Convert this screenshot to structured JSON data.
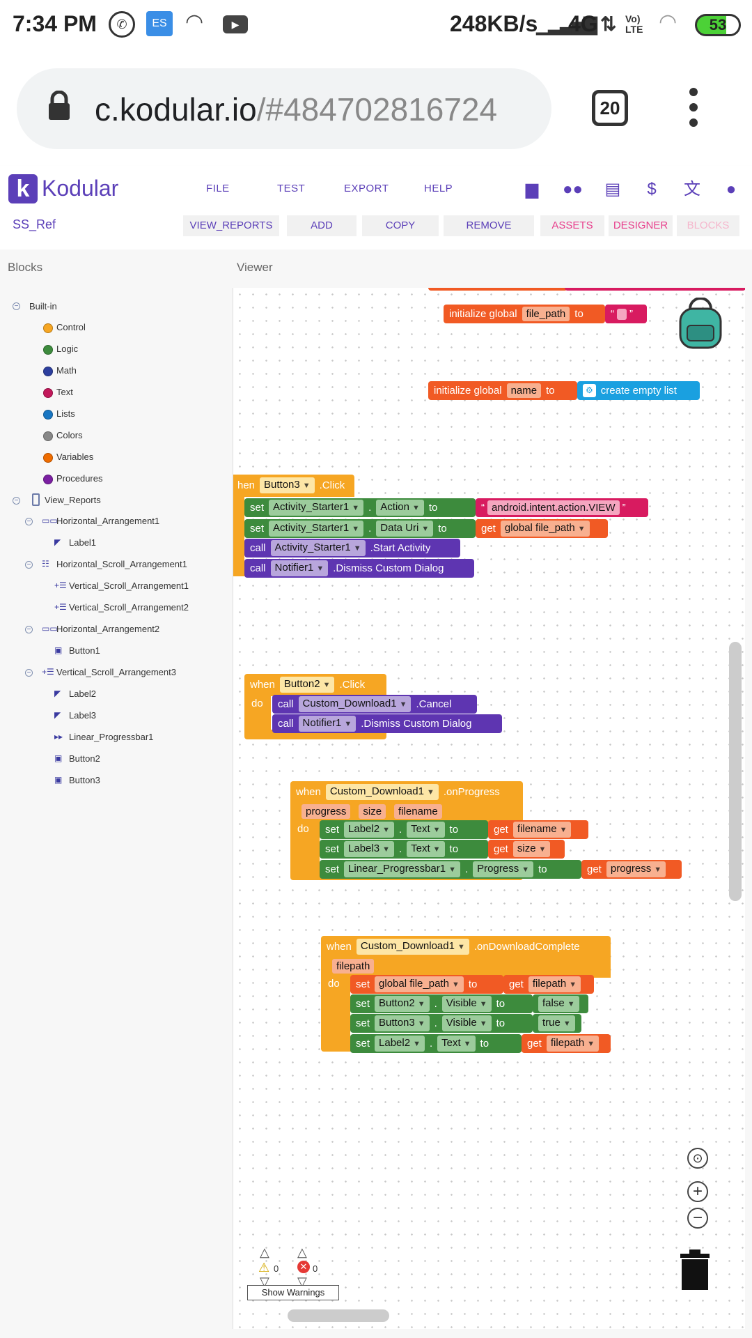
{
  "status_bar": {
    "time": "7:34 PM",
    "speed": "248KB/s",
    "network": "4G",
    "volte": "Vo) LTE",
    "battery": "53"
  },
  "browser": {
    "url_host": "c.kodular.io",
    "url_path": "/#484702816724",
    "tab_count": "20"
  },
  "app": {
    "logo_text": "Kodular",
    "menu": [
      "FILE",
      "TEST",
      "EXPORT",
      "HELP"
    ],
    "project_name": "SS_Ref",
    "screen_button": "VIEW_REPORTS",
    "add_screen": "ADD",
    "copy_screen": "COPY",
    "remove_screen": "REMOVE",
    "assets": "ASSETS",
    "designer": "DESIGNER",
    "blocks": "BLOCKS",
    "brand_color": "#5b3fb8"
  },
  "blocks_panel": {
    "title": "Blocks",
    "builtin_label": "Built-in",
    "builtin": [
      {
        "label": "Control",
        "color": "#f6a623"
      },
      {
        "label": "Logic",
        "color": "#3d8b3d"
      },
      {
        "label": "Math",
        "color": "#2d3f9e"
      },
      {
        "label": "Text",
        "color": "#c2185b"
      },
      {
        "label": "Lists",
        "color": "#1976c2"
      },
      {
        "label": "Colors",
        "color": "#888888"
      },
      {
        "label": "Variables",
        "color": "#ef6c00"
      },
      {
        "label": "Procedures",
        "color": "#7b1fa2"
      }
    ],
    "screen": "View_Reports",
    "components": [
      {
        "label": "Horizontal_Arrangement1",
        "indent": 1,
        "toggle": "-",
        "icon": "horizontal-arrangement-icon"
      },
      {
        "label": "Label1",
        "indent": 2,
        "icon": "label-icon"
      },
      {
        "label": "Horizontal_Scroll_Arrangement1",
        "indent": 1,
        "toggle": "-",
        "icon": "horizontal-scroll-icon"
      },
      {
        "label": "Vertical_Scroll_Arrangement1",
        "indent": 2,
        "icon": "vertical-scroll-icon"
      },
      {
        "label": "Vertical_Scroll_Arrangement2",
        "indent": 2,
        "icon": "vertical-scroll-icon"
      },
      {
        "label": "Horizontal_Arrangement2",
        "indent": 1,
        "toggle": "-",
        "icon": "horizontal-arrangement-icon"
      },
      {
        "label": "Button1",
        "indent": 2,
        "icon": "button-icon"
      },
      {
        "label": "Vertical_Scroll_Arrangement3",
        "indent": 1,
        "toggle": "-",
        "icon": "vertical-scroll-icon"
      },
      {
        "label": "Label2",
        "indent": 2,
        "icon": "label-icon"
      },
      {
        "label": "Label3",
        "indent": 2,
        "icon": "label-icon"
      },
      {
        "label": "Linear_Progressbar1",
        "indent": 2,
        "icon": "progressbar-icon"
      },
      {
        "label": "Button2",
        "indent": 2,
        "icon": "button-icon"
      },
      {
        "label": "Button3",
        "indent": 2,
        "icon": "button-icon"
      }
    ]
  },
  "viewer": {
    "title": "Viewer",
    "warnings_count": "0",
    "errors_count": "0",
    "show_warnings": "Show Warnings",
    "blocks": {
      "g1": {
        "init": "initialize global",
        "var": "file_path",
        "to": "to",
        "q1": "“",
        "q2": "”"
      },
      "g2": {
        "init": "initialize global",
        "var": "name",
        "to": "to",
        "value": "create empty list"
      },
      "b3": {
        "when": "hen",
        "comp": "Button3",
        "event": ".Click",
        "r1": {
          "set": "set",
          "comp": "Activity_Starter1",
          "dot": ".",
          "prop": "Action",
          "to": "to",
          "value": "android.intent.action.VIEW"
        },
        "r2": {
          "set": "set",
          "comp": "Activity_Starter1",
          "dot": ".",
          "prop": "Data Uri",
          "to": "to",
          "get": "get",
          "var": "global file_path"
        },
        "r3": {
          "call": "call",
          "comp": "Activity_Starter1",
          "method": ".Start Activity"
        },
        "r4": {
          "call": "call",
          "comp": "Notifier1",
          "method": ".Dismiss Custom Dialog"
        }
      },
      "b2": {
        "when": "when",
        "comp": "Button2",
        "event": ".Click",
        "do": "do",
        "r1": {
          "call": "call",
          "comp": "Custom_Download1",
          "method": ".Cancel"
        },
        "r2": {
          "call": "call",
          "comp": "Notifier1",
          "method": ".Dismiss Custom Dialog"
        }
      },
      "cp": {
        "when": "when",
        "comp": "Custom_Download1",
        "event": ".onProgress",
        "params": [
          "progress",
          "size",
          "filename"
        ],
        "do": "do",
        "r1": {
          "set": "set",
          "comp": "Label2",
          "dot": ".",
          "prop": "Text",
          "to": "to",
          "get": "get",
          "var": "filename"
        },
        "r2": {
          "set": "set",
          "comp": "Label3",
          "dot": ".",
          "prop": "Text",
          "to": "to",
          "get": "get",
          "var": "size"
        },
        "r3": {
          "set": "set",
          "comp": "Linear_Progressbar1",
          "dot": ".",
          "prop": "Progress",
          "to": "to",
          "get": "get",
          "var": "progress"
        }
      },
      "cd": {
        "when": "when",
        "comp": "Custom_Download1",
        "event": ".onDownloadComplete",
        "param": "filepath",
        "do": "do",
        "r1": {
          "set": "set",
          "var": "global file_path",
          "to": "to",
          "get": "get",
          "value": "filepath"
        },
        "r2": {
          "set": "set",
          "comp": "Button2",
          "dot": ".",
          "prop": "Visible",
          "to": "to",
          "value": "false"
        },
        "r3": {
          "set": "set",
          "comp": "Button3",
          "dot": ".",
          "prop": "Visible",
          "to": "to",
          "value": "true"
        },
        "r4": {
          "set": "set",
          "comp": "Label2",
          "dot": ".",
          "prop": "Text",
          "to": "to",
          "get": "get",
          "value": "filepath"
        }
      }
    }
  }
}
